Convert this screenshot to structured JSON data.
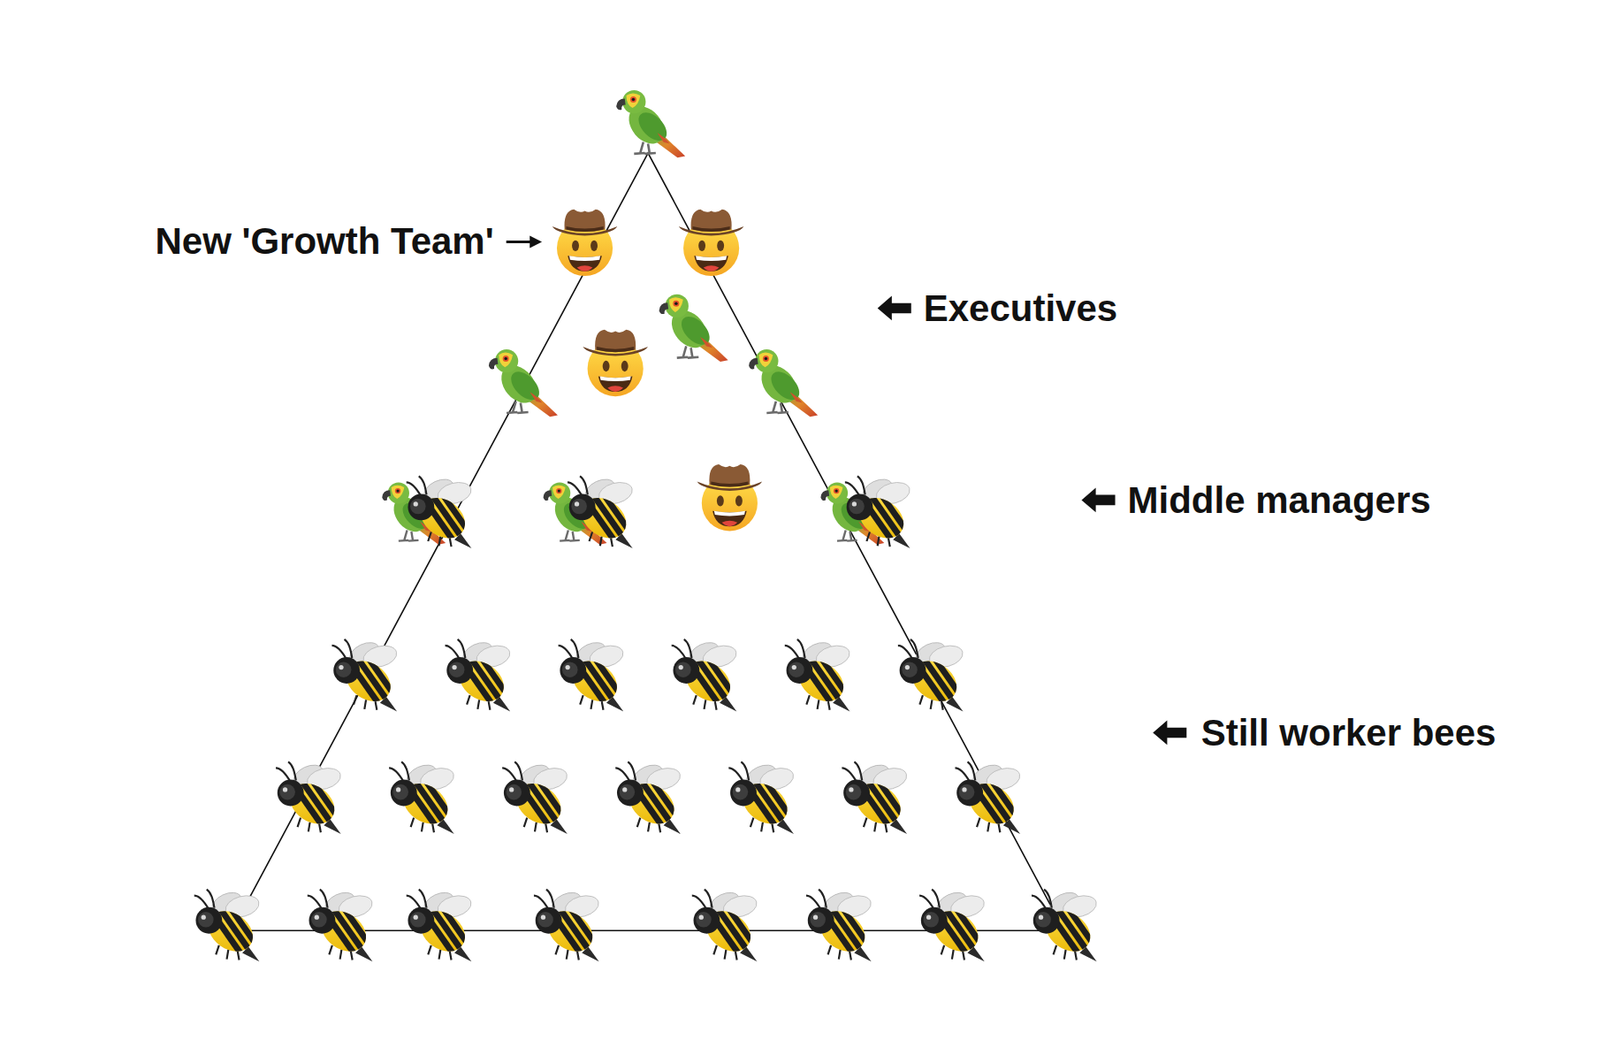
{
  "diagram": {
    "labels": [
      "New 'Growth Team'",
      "Executives",
      "Middle managers",
      "Still worker bees"
    ]
  }
}
